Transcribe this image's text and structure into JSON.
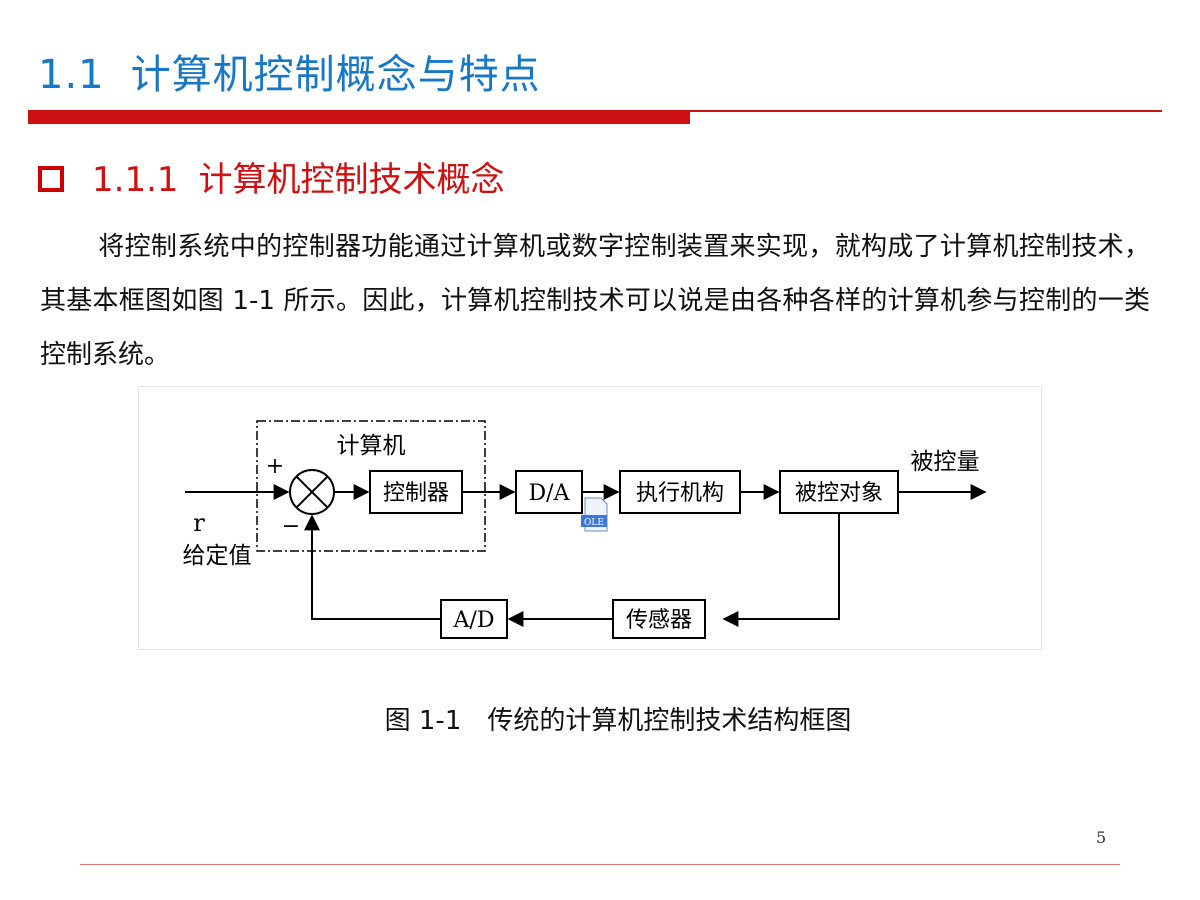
{
  "header": {
    "number": "1.1",
    "title": "计算机控制概念与特点"
  },
  "section": {
    "number": "1.1.1",
    "title": "计算机控制技术概念"
  },
  "paragraph": "将控制系统中的控制器功能通过计算机或数字控制装置来实现，就构成了计算机控制技术，其基本框图如图 1-1 所示。因此，计算机控制技术可以说是由各种各样的计算机参与控制的一类控制系统。",
  "diagram": {
    "computer_label": "计算机",
    "plus_sign": "+",
    "minus_sign": "−",
    "input_symbol": "r",
    "input_label": "给定值",
    "controller": "控制器",
    "da": "D/A",
    "actuator": "执行机构",
    "plant": "被控对象",
    "output_label": "被控量",
    "sensor": "传感器",
    "ad": "A/D",
    "ole_badge": "OLE"
  },
  "caption": "图 1-1　传统的计算机控制技术结构框图",
  "page_number": "5",
  "colors": {
    "title_blue": "#1878c8",
    "accent_red": "#cc1111"
  }
}
